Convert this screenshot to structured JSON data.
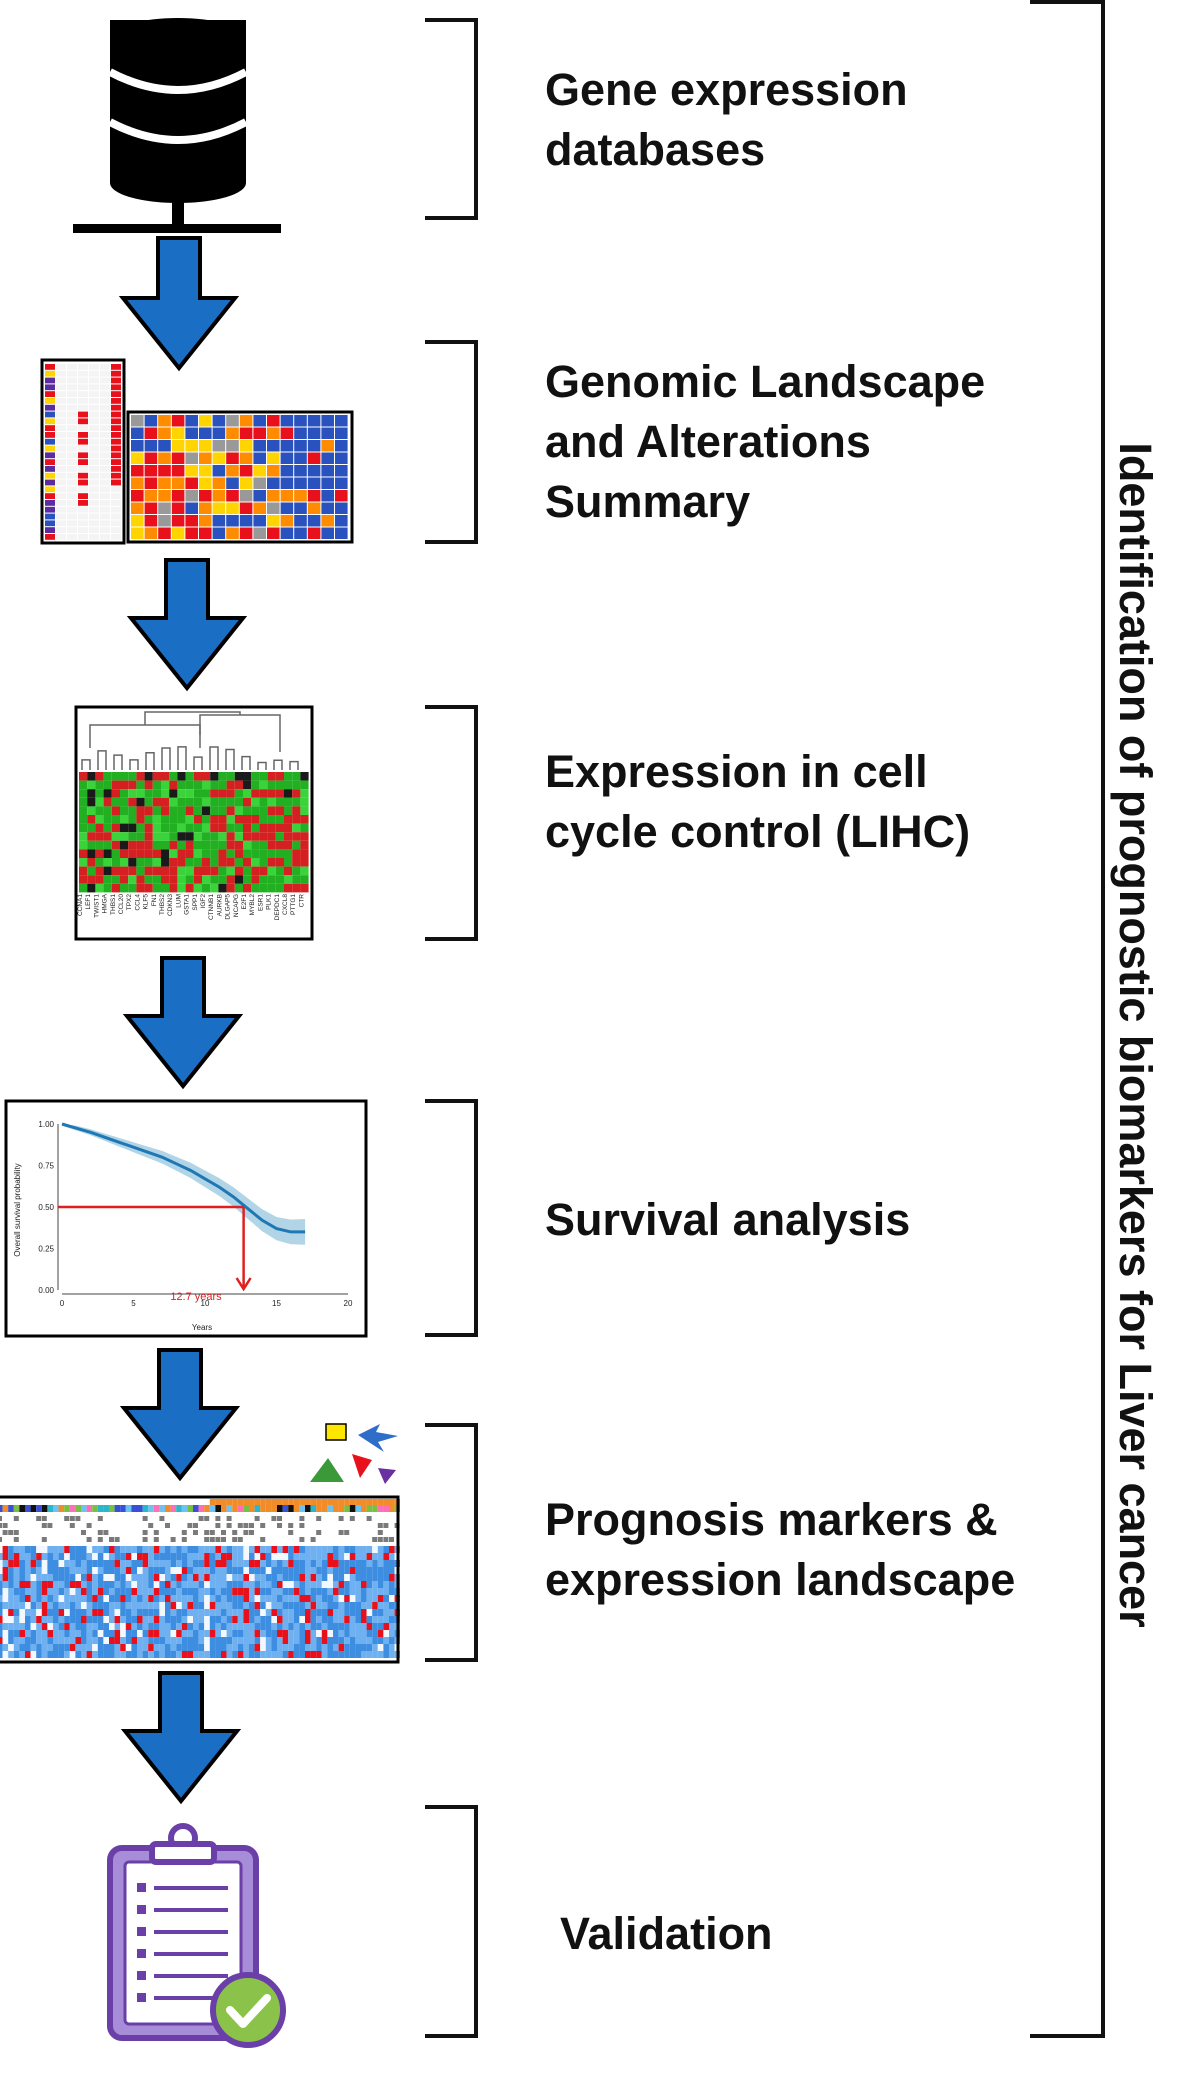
{
  "diagram": {
    "title_vertical": "Identification of prognostic biomarkers for Liver cancer",
    "steps": [
      {
        "id": "databases",
        "lines": [
          "Gene expression",
          "databases"
        ],
        "icon": "database-icon"
      },
      {
        "id": "genomic",
        "lines": [
          "Genomic Landscape",
          "and Alterations",
          "Summary"
        ],
        "icon": "oncoprint-heatmap-icon"
      },
      {
        "id": "expression",
        "lines": [
          "Expression in cell",
          "cycle control (LIHC)"
        ],
        "icon": "clustered-heatmap-icon"
      },
      {
        "id": "survival",
        "lines": [
          "Survival analysis"
        ],
        "icon": "survival-curve-icon"
      },
      {
        "id": "prognosis",
        "lines": [
          "Prognosis markers &",
          "expression landscape"
        ],
        "icon": "expression-landscape-icon"
      },
      {
        "id": "validation",
        "lines": [
          "Validation"
        ],
        "icon": "clipboard-check-icon"
      }
    ],
    "colors": {
      "arrow": "#1a6fc4",
      "bracket": "#111111",
      "survival_line": "#1f77b4",
      "median_marker": "#e02020"
    }
  },
  "survival_plot": {
    "ylabel": "Overall survival probability",
    "xlabel": "Years",
    "y_ticks": [
      "1.00",
      "0.75",
      "0.50",
      "0.25",
      "0.00"
    ],
    "x_ticks": [
      "0",
      "5",
      "10",
      "15",
      "20"
    ],
    "median_label": "12.7 years"
  },
  "heatmap_gene_labels": [
    "CCNA1",
    "LEF1",
    "TWIST1",
    "HMGA",
    "THBS1",
    "CCL20",
    "TPX2",
    "CCL4",
    "KLF5",
    "FN1",
    "THBS2",
    "CDKN3",
    "LUM",
    "GSTA1",
    "SPP1",
    "IGF2",
    "CTNNB1",
    "AURKB",
    "DLGAP5",
    "NCAPG",
    "E2F1",
    "MYBL2",
    "ESR1",
    "PLK1",
    "DEPDC1",
    "CXCL8",
    "PTTG1",
    "CTR"
  ]
}
